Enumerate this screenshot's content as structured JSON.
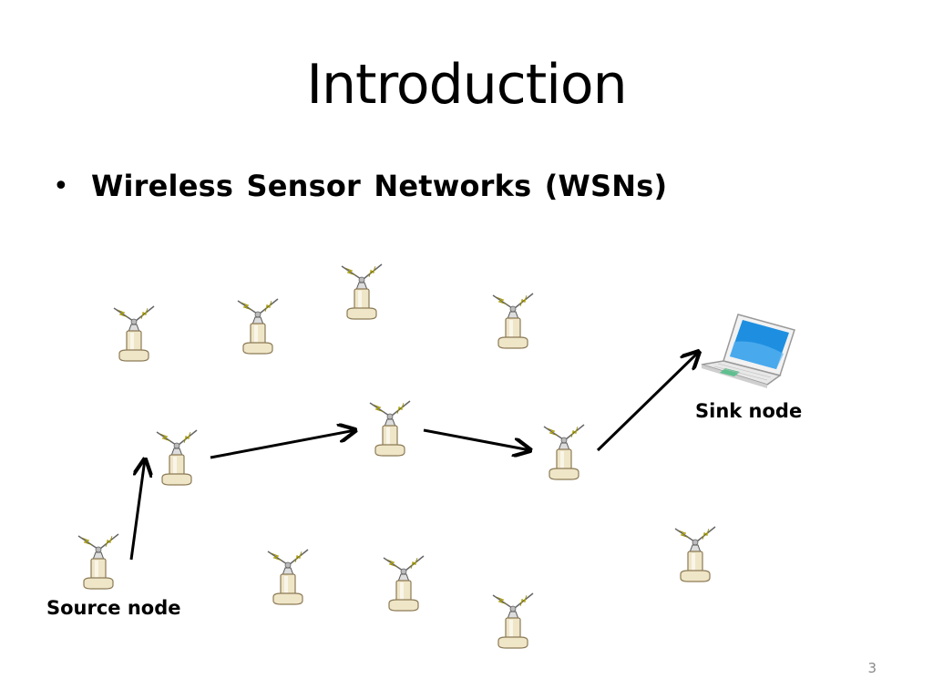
{
  "slide": {
    "title": "Introduction",
    "bullet": "Wireless Sensor Networks (WSNs)",
    "page_number": "3"
  },
  "diagram": {
    "source_label": "Source node",
    "sink_label": "Sink node",
    "node_icon": "sensor-node-icon",
    "sink_icon": "laptop-icon",
    "colors": {
      "antenna_bolt": "#e8d800",
      "node_body": "#efe6c8",
      "node_outline": "#8c7a55",
      "laptop_screen": "#1e8fe0",
      "laptop_pad": "#5fbf8f",
      "arrow": "#000000"
    }
  }
}
